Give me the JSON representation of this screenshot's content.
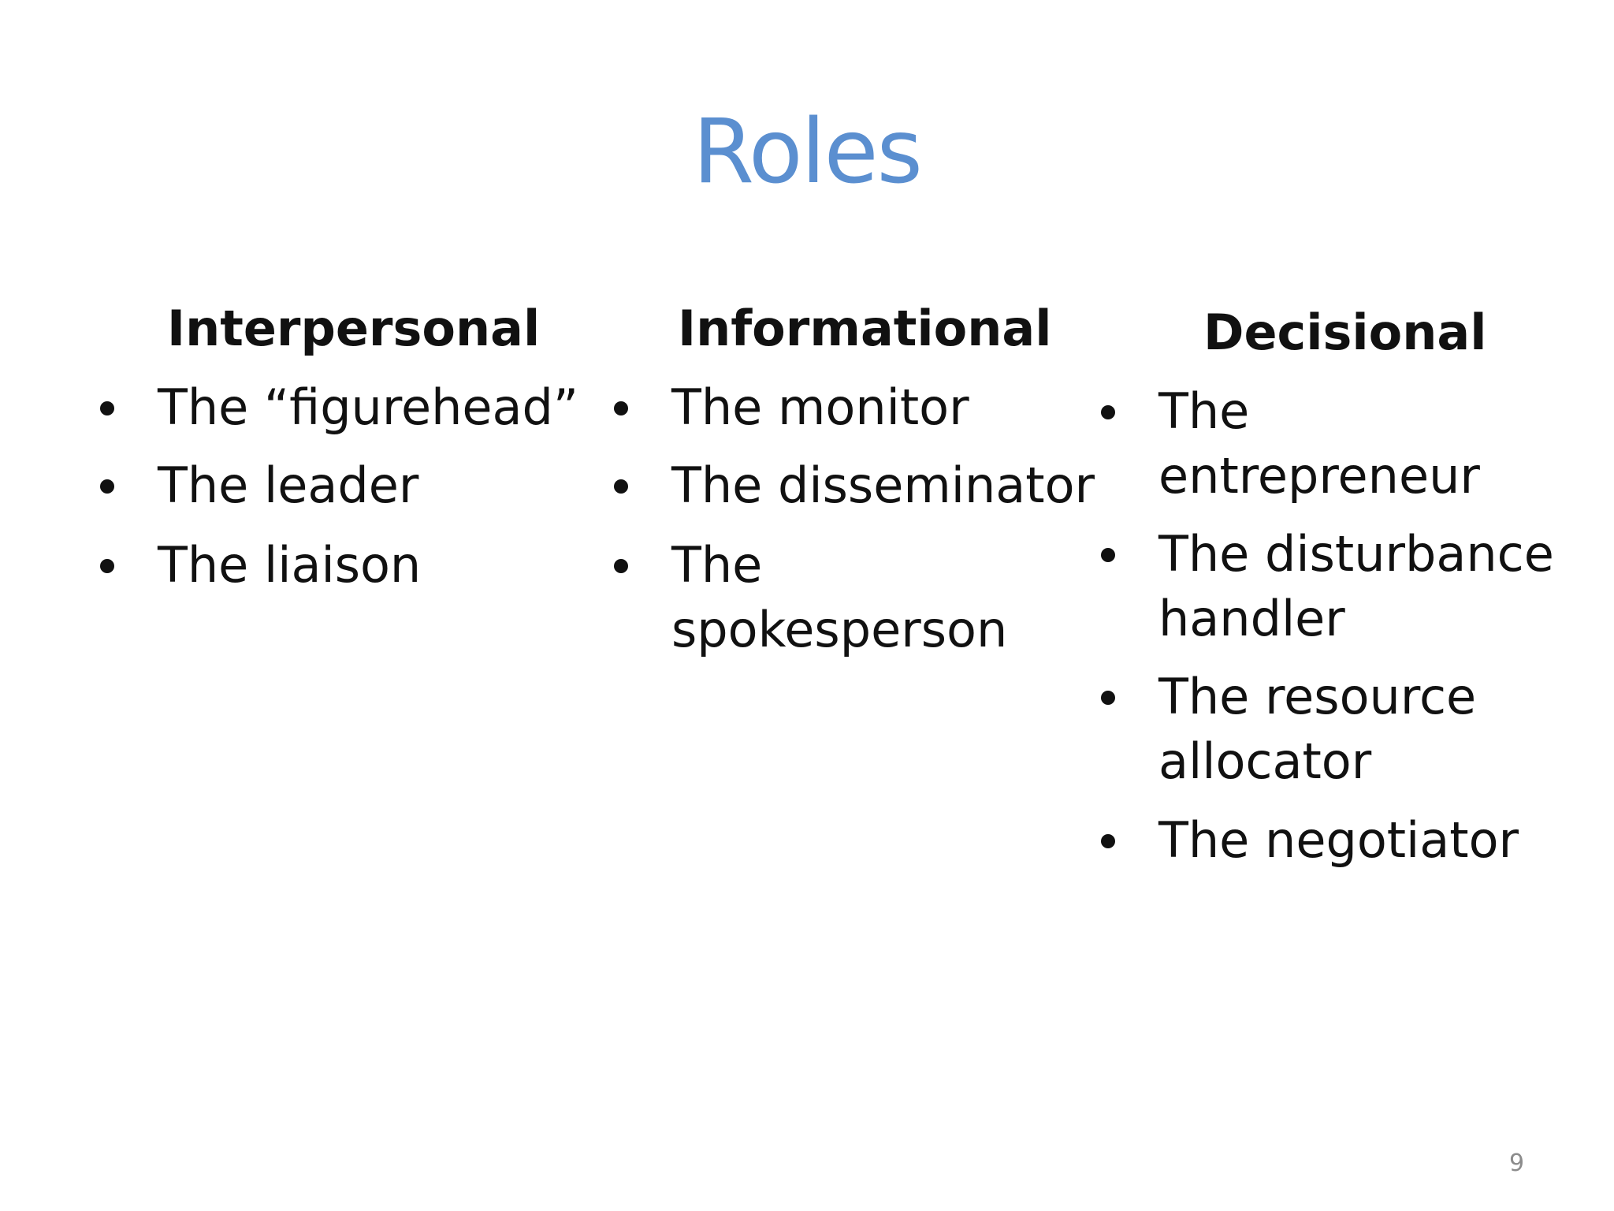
{
  "slide": {
    "title": "Roles",
    "page_number": "9"
  },
  "columns": [
    {
      "heading": "Interpersonal",
      "items": [
        {
          "lines": [
            "The “figurehead”"
          ]
        },
        {
          "lines": [
            "The leader"
          ]
        },
        {
          "lines": [
            "The liaison"
          ]
        }
      ]
    },
    {
      "heading": "Informational",
      "items": [
        {
          "lines": [
            "The monitor"
          ]
        },
        {
          "lines": [
            "The disseminator"
          ]
        },
        {
          "lines": [
            "The",
            "spokesperson"
          ]
        }
      ]
    },
    {
      "heading": "Decisional",
      "items": [
        {
          "lines": [
            "The",
            "entrepreneur"
          ]
        },
        {
          "lines": [
            "The disturbance",
            "handler"
          ]
        },
        {
          "lines": [
            "The resource",
            "allocator"
          ]
        },
        {
          "lines": [
            "The negotiator"
          ]
        }
      ]
    }
  ]
}
